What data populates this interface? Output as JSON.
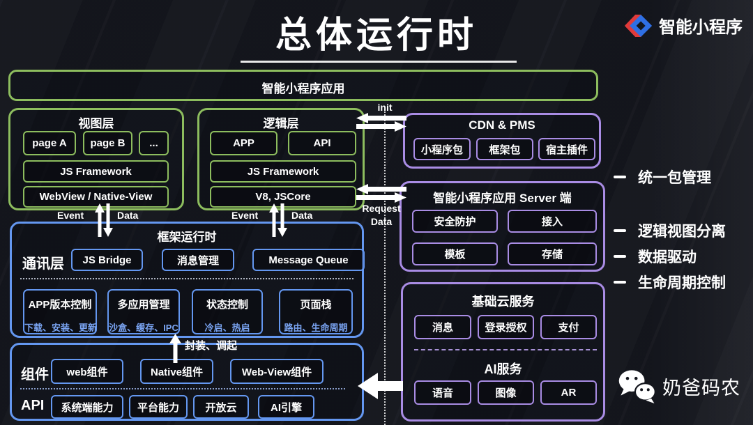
{
  "title": "总体运行时",
  "brand": {
    "name": "智能小程序"
  },
  "app_bar": {
    "label": "智能小程序应用"
  },
  "view_layer": {
    "title": "视图层",
    "pages": [
      "page A",
      "page B",
      "..."
    ],
    "framework": "JS Framework",
    "webview": "WebView / Native-View"
  },
  "logic_layer": {
    "title": "逻辑层",
    "app": "APP",
    "api": "API",
    "framework": "JS Framework",
    "engine": "V8, JSCore"
  },
  "cdn_pms": {
    "title": "CDN & PMS",
    "items": [
      "小程序包",
      "框架包",
      "宿主插件"
    ]
  },
  "server": {
    "title": "智能小程序应用 Server 端",
    "items": [
      "安全防护",
      "接入",
      "模板",
      "存储"
    ]
  },
  "framework_runtime": {
    "title": "框架运行时",
    "comm_label": "通讯层",
    "comm_items": [
      "JS Bridge",
      "消息管理",
      "Message Queue"
    ],
    "modules": [
      {
        "title": "APP版本控制",
        "sub": "下载、安装、更新"
      },
      {
        "title": "多应用管理",
        "sub": "沙盒、缓存、IPC"
      },
      {
        "title": "状态控制",
        "sub": "冷启、热启"
      },
      {
        "title": "页面栈",
        "sub": "路由、生命周期"
      }
    ]
  },
  "component_api": {
    "component_label": "组件",
    "components": [
      "web组件",
      "Native组件",
      "Web-View组件"
    ],
    "api_label": "API",
    "apis": [
      "系统端能力",
      "平台能力",
      "开放云",
      "AI引擎"
    ]
  },
  "cloud": {
    "title": "基础云服务",
    "services": [
      "消息",
      "登录授权",
      "支付"
    ],
    "ai_title": "AI服务",
    "ai_items": [
      "语音",
      "图像",
      "AR"
    ]
  },
  "flows": {
    "init": "init",
    "request_line1": "Request",
    "request_line2": "Data",
    "event": "Event",
    "data": "Data",
    "encapsulate": "封装、调起"
  },
  "bullets": [
    "统一包管理",
    "逻辑视图分离",
    "数据驱动",
    "生命周期控制"
  ],
  "watermark": {
    "name": "奶爸码农"
  },
  "colors": {
    "green": "#8dbd5e",
    "purple": "#a98ce4",
    "blue": "#6497f0",
    "blue_text": "#7aa4f2",
    "background": "#14161d",
    "logo_red": "#e03a3a",
    "logo_blue": "#2f6fe4"
  }
}
